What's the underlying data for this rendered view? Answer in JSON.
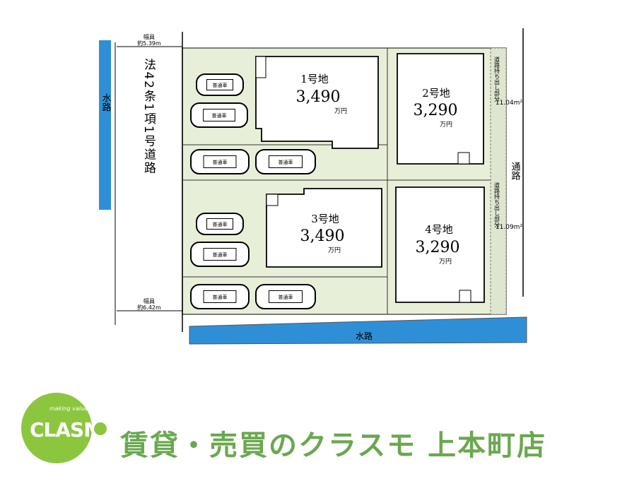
{
  "plan": {
    "left_road": "法42条1項1号道路",
    "width_top_label": "幅員",
    "width_top_value": "約5.39m",
    "width_bottom_label": "幅員",
    "width_bottom_value": "約6.42m",
    "left_waterway": "水路",
    "bottom_waterway": "水路",
    "right_road": "通路",
    "setback_top": "道路持ち出し部分",
    "setback_top_area": "11.04m²",
    "setback_bottom": "道路持ち出し部分",
    "setback_bottom_area": "11.09m²",
    "parking_label": "普通車",
    "lots": [
      {
        "name": "1号地",
        "price": "3,490",
        "unit": "万円"
      },
      {
        "name": "2号地",
        "price": "3,290",
        "unit": "万円"
      },
      {
        "name": "3号地",
        "price": "3,490",
        "unit": "万円"
      },
      {
        "name": "4号地",
        "price": "3,290",
        "unit": "万円"
      }
    ]
  },
  "brand": {
    "logo": "CLASMO",
    "tagline": "making valuable life",
    "name": "賃貸・売買のクラスモ 上本町店"
  },
  "colors": {
    "lot_fill": "#e8efd8",
    "water": "#2f8fd6",
    "brand_green": "#8cc63f"
  }
}
